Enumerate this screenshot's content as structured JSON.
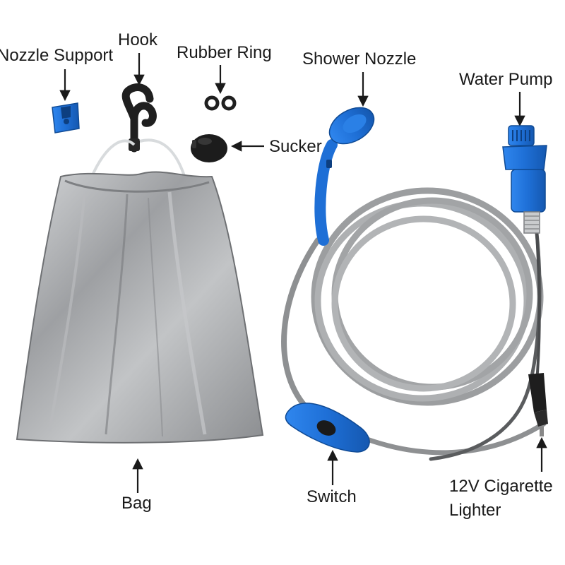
{
  "labels": {
    "nozzle_support": "Nozzle Support",
    "hook": "Hook",
    "rubber_ring": "Rubber Ring",
    "shower_nozzle": "Shower Nozzle",
    "water_pump": "Water Pump",
    "sucker": "Sucker",
    "bag": "Bag",
    "switch": "Switch",
    "lighter_line1": "12V Cigarette",
    "lighter_line2": "Lighter"
  },
  "colors": {
    "accent_blue": "#1e6fd6",
    "bag_silver": "#a9abad",
    "hose_gray": "#9a9c9e",
    "black_parts": "#1a1a1a"
  }
}
